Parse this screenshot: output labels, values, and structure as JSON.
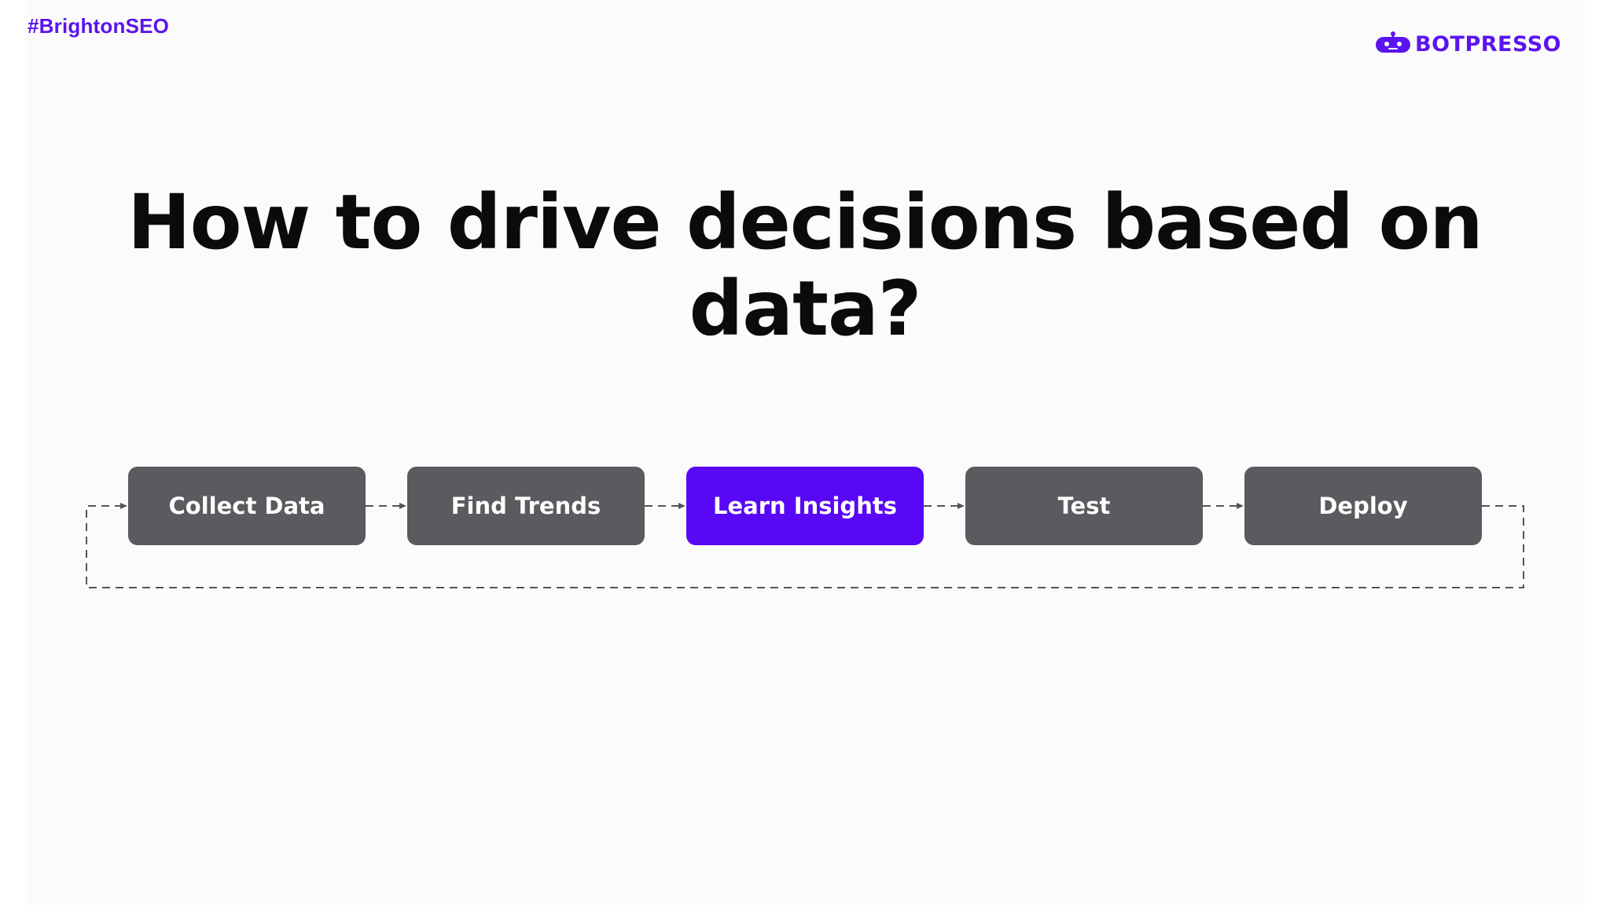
{
  "header": {
    "hashtag": "#BrightonSEO",
    "brand": "BOTPRESSO"
  },
  "title": "How to drive decisions based on data?",
  "colors": {
    "accent": "#5b14ee",
    "active_step": "#5808f5",
    "step": "#5b5a5e",
    "connector": "#555555",
    "background": "#fcfbfc"
  },
  "icons": {
    "brand_logo": "robot-icon"
  },
  "flow": {
    "steps": [
      {
        "label": "Collect Data",
        "active": false
      },
      {
        "label": "Find Trends",
        "active": false
      },
      {
        "label": "Learn Insights",
        "active": true
      },
      {
        "label": "Test",
        "active": false
      },
      {
        "label": "Deploy",
        "active": false
      }
    ],
    "loop": "dashed feedback arrow from Deploy back to Collect Data"
  }
}
